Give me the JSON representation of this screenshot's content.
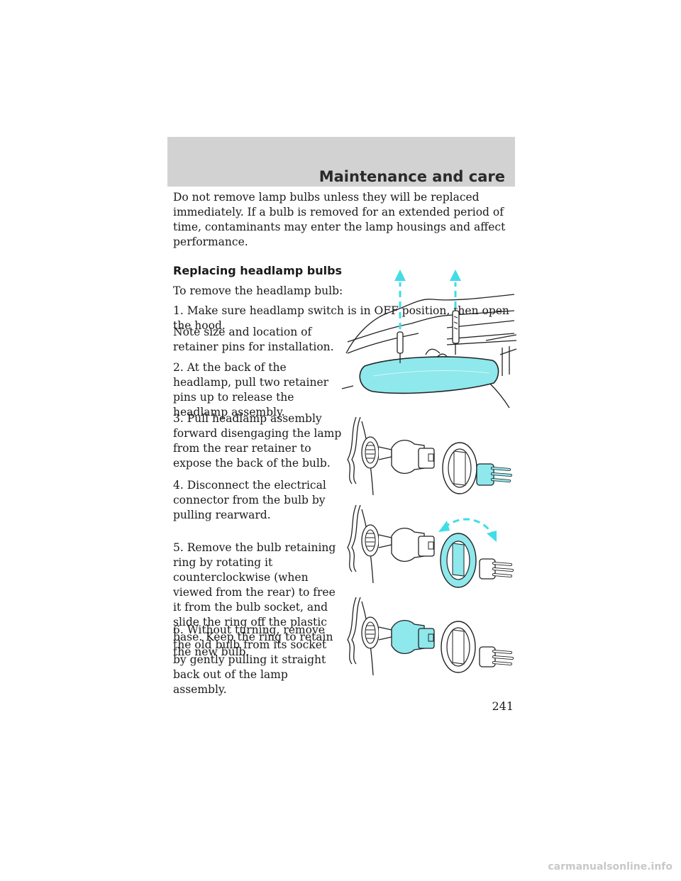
{
  "header": {
    "section_title": "Maintenance and care"
  },
  "intro": "Do not remove lamp bulbs unless they will be replaced immediately. If a bulb is removed for an extended period of time, contaminants may enter the lamp housings and affect performance.",
  "subheading": "Replacing headlamp bulbs",
  "lead": "To remove the headlamp bulb:",
  "step1": "1. Make sure headlamp switch is in OFF position, then open the hood.",
  "note": "Note size and location of retainer pins for installation.",
  "step2": "2. At the back of the headlamp, pull two retainer pins up to release the headlamp assembly.",
  "step3": "3. Pull headlamp assembly forward disengaging the lamp from the rear retainer to expose the back of the bulb.",
  "step4": "4. Disconnect the electrical connector from the bulb by pulling rearward.",
  "step5": "5. Remove the bulb retaining ring by rotating it counterclockwise (when viewed from the rear) to free it from the bulb socket, and slide the ring off the plastic base. Keep the ring to retain the new bulb.",
  "step6": "6. Without turning, remove the old bulb from its socket by gently pulling it straight back out of the lamp assembly.",
  "page_number": "241",
  "watermark": "carmanualsonline.info",
  "colors": {
    "highlight": "#8ee8ec",
    "arrow": "#40dde6",
    "band": "#d2d2d2"
  }
}
